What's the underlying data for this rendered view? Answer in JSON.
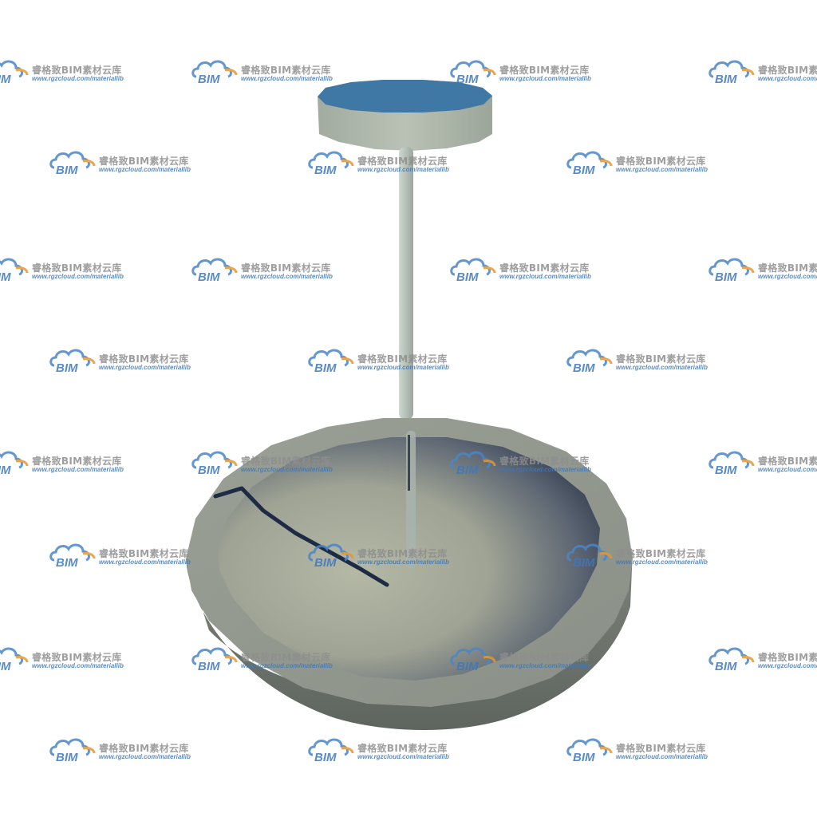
{
  "watermark": {
    "logo_text": "BIM",
    "brand_text": "睿格致BIM素材云库",
    "url_text": "www.rgzcloud.com/materiallib",
    "colors": {
      "cloud_blue": "#4a86c8",
      "swoosh_orange": "#e8962f",
      "brand_gray": "#8e8e8e",
      "url_blue": "#3d78bd"
    }
  },
  "object": {
    "description_icon": "pendant-lamp-model",
    "colors": {
      "disc_top": "#3f78a4",
      "disc_rim": "#a9b3a6",
      "rod": "#b8c4bc",
      "bowl_outer": "#8f958c",
      "bowl_inner_dark": "#1c2a40",
      "crack_line": "#1d2b45"
    }
  }
}
